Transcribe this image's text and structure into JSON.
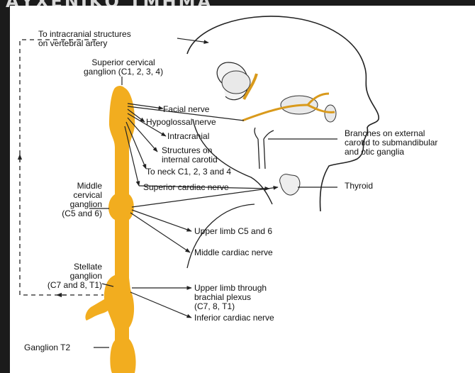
{
  "slide": {
    "title": "ΑΥΧΕΝΙΚΟ ΤΜΗΜΑ"
  },
  "colors": {
    "trunk": "#f2ad1f",
    "nerve": "#c98c1a",
    "line": "#222222",
    "background": "#ffffff",
    "frame": "#1b1b1b"
  },
  "labels": {
    "intracranial_vertebral": [
      "To intracranial structures",
      "on vertebral artery"
    ],
    "superior_ganglion": [
      "Superior cervical",
      "ganglion (C1, 2, 3, 4)"
    ],
    "facial_nerve": "Facial nerve",
    "hypoglossal_nerve": "Hypoglossal nerve",
    "intracranial": "Intracranial",
    "internal_carotid": [
      "Structures on",
      "internal carotid"
    ],
    "neck": "To neck C1, 2, 3 and 4",
    "superior_cardiac": "Superior cardiac nerve",
    "external_carotid": [
      "Branches on external",
      "carotid to submandibular",
      "and otic ganglia"
    ],
    "middle_ganglion": [
      "Middle",
      "cervical",
      "ganglion",
      "(C5 and 6)"
    ],
    "thyroid": "Thyroid",
    "upper_limb_c5": "Upper limb C5 and 6",
    "middle_cardiac": "Middle cardiac nerve",
    "stellate_ganglion": [
      "Stellate",
      "ganglion",
      "(C7 and 8, T1)"
    ],
    "upper_limb_brachial": [
      "Upper limb through",
      "brachial plexus",
      "(C7, 8, T1)"
    ],
    "inferior_cardiac": "Inferior cardiac nerve",
    "ganglion_t2": "Ganglion T2"
  }
}
